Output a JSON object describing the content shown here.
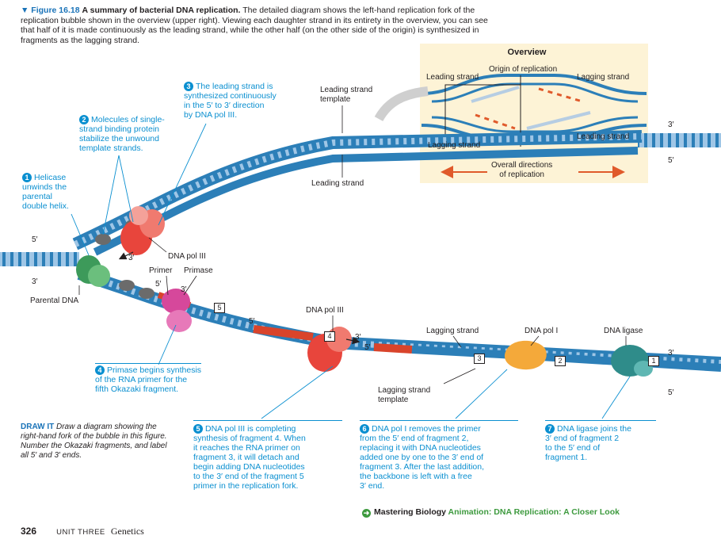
{
  "caption": {
    "figure_label": "▼ Figure 16.18",
    "figure_title": "A summary of bacterial DNA replication.",
    "text": "The detailed diagram shows the left-hand replication fork of the replication bubble shown in the overview (upper right). Viewing each daughter strand in its entirety in the overview, you can see that half of it is made continuously as the leading strand, while the other half (on the other side of the origin) is synthesized in fragments as the lagging strand."
  },
  "overview": {
    "title": "Overview",
    "origin": "Origin of replication",
    "leading_left": "Leading strand",
    "lagging_right": "Lagging strand",
    "lagging_left": "Lagging strand",
    "leading_right": "Leading strand",
    "directions": "Overall directions\nof replication"
  },
  "labels": {
    "leading_template": "Leading strand\ntemplate",
    "leading_strand": "Leading strand",
    "five_top_left": "5′",
    "three_mid_left": "3′",
    "parental_dna": "Parental DNA",
    "dna_pol_iii_top": "DNA pol III",
    "three_after_helicase": "3′",
    "primer": "Primer",
    "primase": "Primase",
    "five_primer": "5′",
    "three_primer": "3′",
    "dna_pol_iii_mid": "DNA pol III",
    "five_frag4": "5′",
    "three_frag4": "3′",
    "five_frag3": "5′",
    "lagging_strand": "Lagging strand",
    "lagging_template": "Lagging strand\ntemplate",
    "dna_pol_i": "DNA pol I",
    "dna_ligase": "DNA ligase",
    "three_right_top": "3′",
    "five_right_top": "5′",
    "three_right_bottom": "3′",
    "five_right_bottom": "5′"
  },
  "fragments": [
    "5",
    "4",
    "3",
    "2",
    "1"
  ],
  "steps": [
    {
      "n": "1",
      "text": "Helicase\nunwinds the\nparental\ndouble helix."
    },
    {
      "n": "2",
      "text": "Molecules of single-\nstrand binding protein\nstabilize the unwound\ntemplate strands."
    },
    {
      "n": "3",
      "text": "The leading strand is\nsynthesized continuously\nin the 5′ to 3′ direction\nby DNA pol III."
    },
    {
      "n": "4",
      "text": "Primase begins synthesis\nof the RNA primer for the\nfifth Okazaki fragment."
    },
    {
      "n": "5",
      "text": "DNA pol III is completing\nsynthesis of fragment 4. When\nit reaches the RNA primer on\nfragment 3, it will detach and\nbegin adding DNA nucleotides\nto the 3′ end of the fragment 5\nprimer in the replication fork."
    },
    {
      "n": "6",
      "text": "DNA pol I removes the primer\nfrom the 5′ end of fragment 2,\nreplacing it with DNA nucleotides\nadded one by one to the 3′ end of\nfragment 3. After the last addition,\nthe backbone is left with a free\n3′ end."
    },
    {
      "n": "7",
      "text": "DNA ligase joins the\n3′ end of fragment 2\nto the 5′ end of\nfragment 1."
    }
  ],
  "draw_it": {
    "title": "DRAW IT",
    "text": "Draw a diagram showing the right-hand fork of the bubble in this figure. Number the Okazaki fragments, and label all 5′ and 3′ ends."
  },
  "mastering": {
    "brand": "Mastering Biology",
    "animation": "Animation: DNA Replication: A Closer Look"
  },
  "footer": {
    "page": "326",
    "unit": "UNIT THREE",
    "title": "Genetics"
  },
  "colors": {
    "accent": "#0a8fd0",
    "dna_blue": "#2c7fb8",
    "primer_red": "#d9442b",
    "overview_bg": "#fdf3d6"
  }
}
